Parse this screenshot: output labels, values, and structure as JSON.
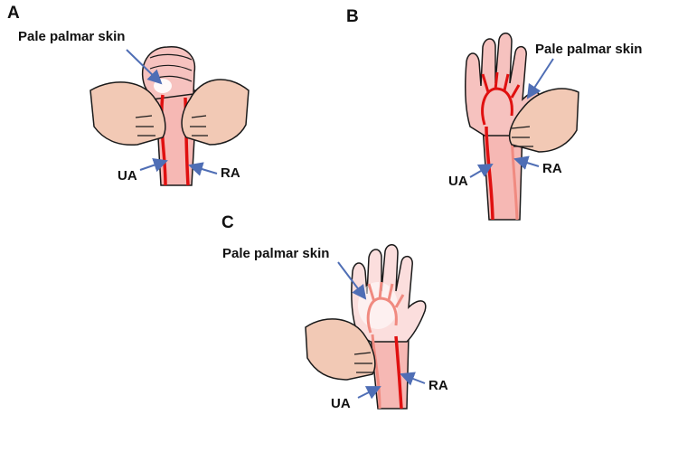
{
  "panels": [
    {
      "letter": "A",
      "labels": {
        "pale": "Pale palmar skin",
        "ua": "UA",
        "ra": "RA"
      }
    },
    {
      "letter": "B",
      "labels": {
        "pale": "Pale palmar skin",
        "ua": "UA",
        "ra": "RA"
      }
    },
    {
      "letter": "C",
      "labels": {
        "pale": "Pale palmar skin",
        "ua": "UA",
        "ra": "RA"
      }
    }
  ],
  "colors": {
    "skin": "#f2c9b5",
    "skin_light": "#fbe3d8",
    "arm_pink": "#f6b8b4",
    "artery": "#e01010",
    "pale_artery": "#f08a80",
    "pale_skin": "#ffe9e6",
    "pointer": "#4f6eb5",
    "outline": "#1a1a1a"
  }
}
